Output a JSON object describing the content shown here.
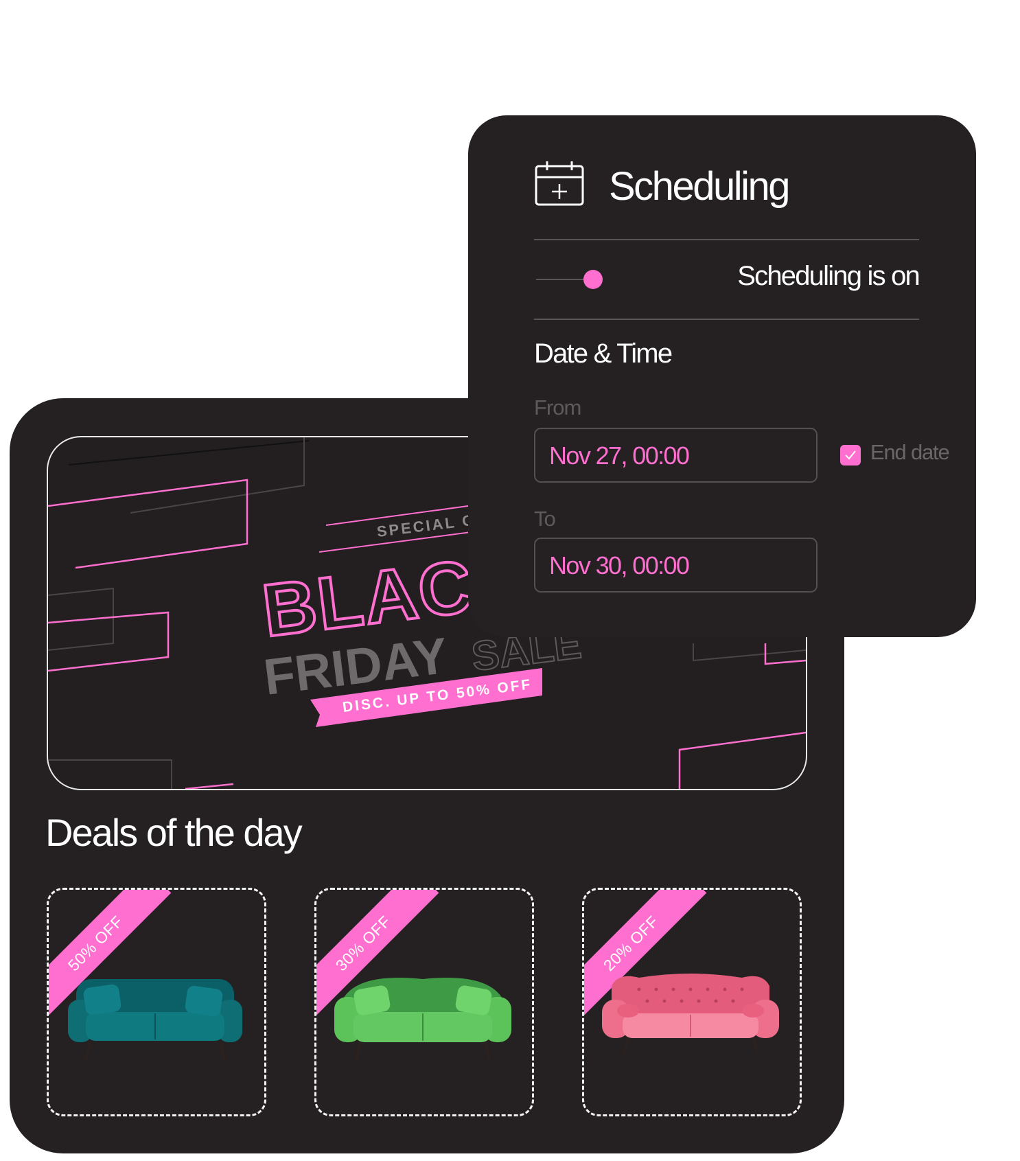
{
  "colors": {
    "accent": "#ff6fcf",
    "panel_bg": "#252122",
    "muted_text": "#5e5a5b"
  },
  "banner": {
    "special_offer": "SPECIAL OFFER",
    "headline_outline": "BLACK",
    "headline_solid": "FRIDAY",
    "headline_sale": "SALE",
    "discount_ribbon": "DISC. UP TO 50% OFF"
  },
  "deals": {
    "title": "Deals of the day",
    "items": [
      {
        "discount": "50% OFF",
        "sofa_color": "#0e6e74",
        "icon": "sofa-teal"
      },
      {
        "discount": "30% OFF",
        "sofa_color": "#5cc25a",
        "icon": "sofa-green"
      },
      {
        "discount": "20% OFF",
        "sofa_color": "#ee6f8c",
        "icon": "sofa-pink"
      }
    ]
  },
  "scheduling": {
    "icon": "calendar-plus-icon",
    "title": "Scheduling",
    "toggle_label": "Scheduling is on",
    "toggle_on": true,
    "section_title": "Date & Time",
    "from_label": "From",
    "from_value": "Nov 27, 00:00",
    "to_label": "To",
    "to_value": "Nov 30, 00:00",
    "end_date_label": "End date",
    "end_date_checked": true
  }
}
